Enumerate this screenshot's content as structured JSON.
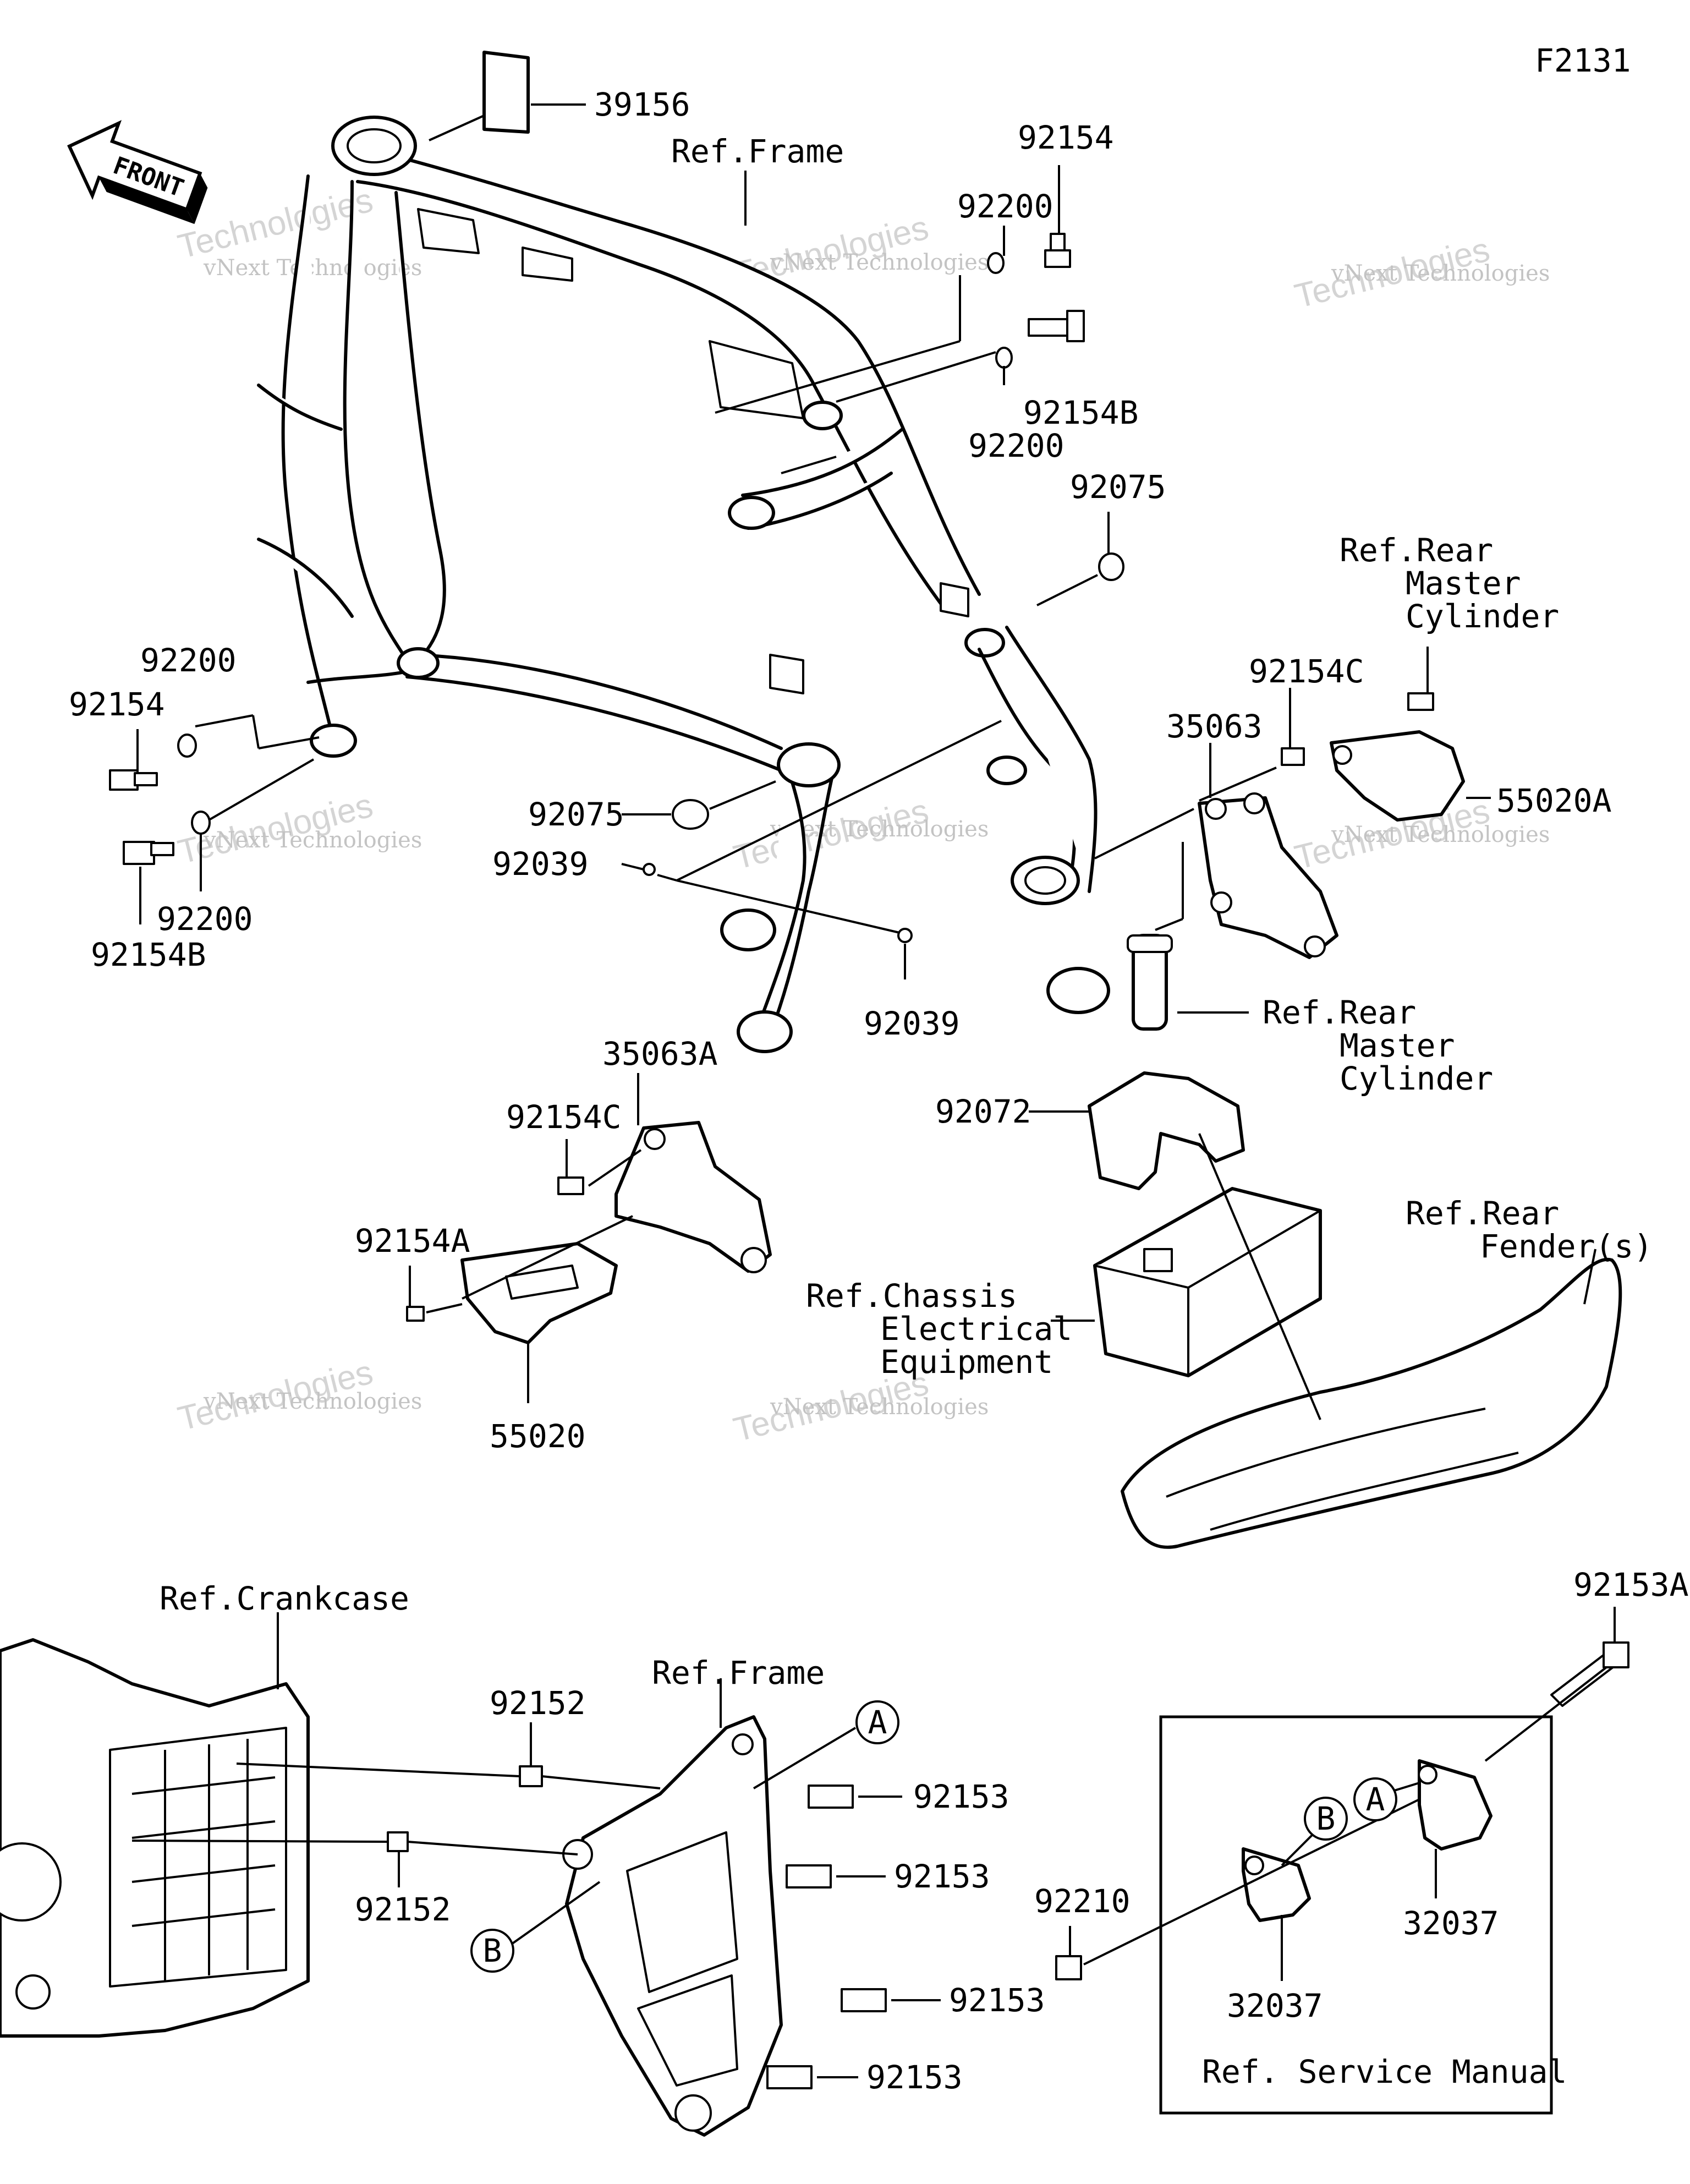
{
  "figure_code": "F2131",
  "front_label": "FRONT",
  "labels": [
    {
      "id": "lbl-39156",
      "text": "39156"
    },
    {
      "id": "lbl-ref-frame-top",
      "text": "Ref.Frame"
    },
    {
      "id": "lbl-92154-top",
      "text": "92154"
    },
    {
      "id": "lbl-92200-top",
      "text": "92200"
    },
    {
      "id": "lbl-92154b-top",
      "text": "92154B"
    },
    {
      "id": "lbl-92200-mid",
      "text": "92200"
    },
    {
      "id": "lbl-92075-right",
      "text": "92075"
    },
    {
      "id": "lbl-ref-rear-1",
      "text": "Ref.Rear"
    },
    {
      "id": "lbl-master-1",
      "text": "Master"
    },
    {
      "id": "lbl-cylinder-1",
      "text": "Cylinder"
    },
    {
      "id": "lbl-92154c-right",
      "text": "92154C"
    },
    {
      "id": "lbl-35063",
      "text": "35063"
    },
    {
      "id": "lbl-55020a",
      "text": "55020A"
    },
    {
      "id": "lbl-92200-left",
      "text": "92200"
    },
    {
      "id": "lbl-92154-left",
      "text": "92154"
    },
    {
      "id": "lbl-92200-left2",
      "text": "92200"
    },
    {
      "id": "lbl-92154b-left",
      "text": "92154B"
    },
    {
      "id": "lbl-92075-left",
      "text": "92075"
    },
    {
      "id": "lbl-92039-left",
      "text": "92039"
    },
    {
      "id": "lbl-92039-mid",
      "text": "92039"
    },
    {
      "id": "lbl-ref-rear-2",
      "text": "Ref.Rear"
    },
    {
      "id": "lbl-master-2",
      "text": "Master"
    },
    {
      "id": "lbl-cylinder-2",
      "text": "Cylinder"
    },
    {
      "id": "lbl-35063a",
      "text": "35063A"
    },
    {
      "id": "lbl-92154c-left",
      "text": "92154C"
    },
    {
      "id": "lbl-92072",
      "text": "92072"
    },
    {
      "id": "lbl-92154a",
      "text": "92154A"
    },
    {
      "id": "lbl-ref-chassis",
      "text": "Ref.Chassis"
    },
    {
      "id": "lbl-electrical",
      "text": "Electrical"
    },
    {
      "id": "lbl-equipment",
      "text": "Equipment"
    },
    {
      "id": "lbl-55020",
      "text": "55020"
    },
    {
      "id": "lbl-ref-rear-3",
      "text": "Ref.Rear"
    },
    {
      "id": "lbl-fenders",
      "text": "Fender(s)"
    },
    {
      "id": "lbl-92153a",
      "text": "92153A"
    },
    {
      "id": "lbl-ref-crankcase",
      "text": "Ref.Crankcase"
    },
    {
      "id": "lbl-ref-frame-bottom",
      "text": "Ref.Frame"
    },
    {
      "id": "lbl-92152-top",
      "text": "92152"
    },
    {
      "id": "lbl-92153-1",
      "text": "92153"
    },
    {
      "id": "lbl-92153-2",
      "text": "92153"
    },
    {
      "id": "lbl-92152-bottom",
      "text": "92152"
    },
    {
      "id": "lbl-92210",
      "text": "92210"
    },
    {
      "id": "lbl-92153-3",
      "text": "92153"
    },
    {
      "id": "lbl-92153-4",
      "text": "92153"
    },
    {
      "id": "lbl-32037-right",
      "text": "32037"
    },
    {
      "id": "lbl-32037-left",
      "text": "32037"
    },
    {
      "id": "lbl-ref-service-manual",
      "text": "Ref. Service Manual"
    }
  ],
  "callouts": [
    {
      "id": "callout-a-top",
      "text": "A"
    },
    {
      "id": "callout-b-left",
      "text": "B"
    },
    {
      "id": "callout-a-inset",
      "text": "A"
    },
    {
      "id": "callout-b-inset",
      "text": "B"
    }
  ],
  "watermark": {
    "line1": "vNext Technologies",
    "line2": "Technologies",
    "line3": "vNext"
  }
}
